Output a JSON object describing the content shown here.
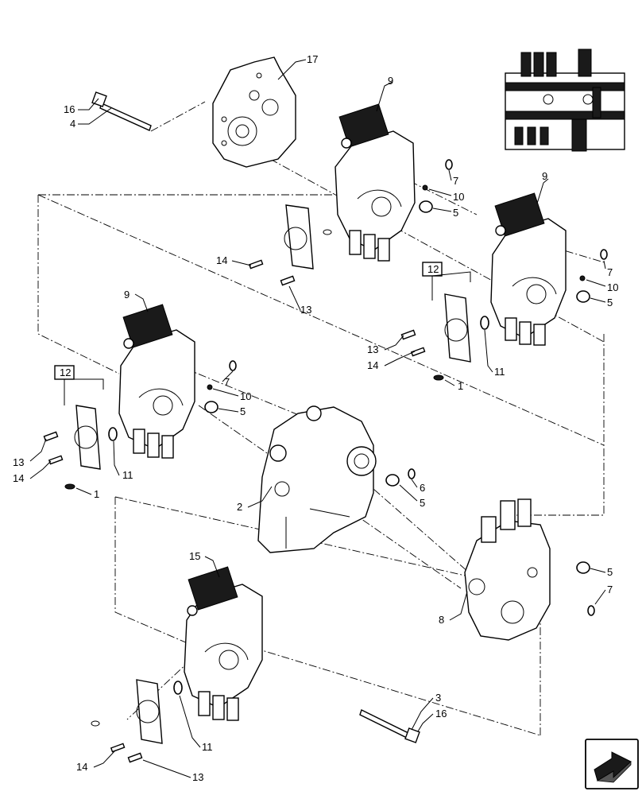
{
  "callouts": {
    "c17": "17",
    "c16a": "16",
    "c4": "4",
    "c9a": "9",
    "c7a": "7",
    "c10a": "10",
    "c5a": "5",
    "c14a": "14",
    "c13a": "13",
    "c9b": "9",
    "c7b": "7",
    "c10b": "10",
    "c5b": "5",
    "c12a": "12",
    "c13b": "13",
    "c14b": "14",
    "c11a": "11",
    "c1a": "1",
    "c9c": "9",
    "c7c": "7",
    "c10c": "10",
    "c5c": "5",
    "c12b": "12",
    "c13c": "13",
    "c14c": "14",
    "c11b": "11",
    "c1b": "1",
    "c6": "6",
    "c5d": "5",
    "c2": "2",
    "c5e": "5",
    "c7d": "7",
    "c8": "8",
    "c15": "15",
    "c3": "3",
    "c16b": "16",
    "c11c": "11",
    "c14d": "14",
    "c13d": "13"
  },
  "icons": {
    "thumbnail": "valve-assembly-thumbnail",
    "navigation": "direction-arrow-icon"
  }
}
